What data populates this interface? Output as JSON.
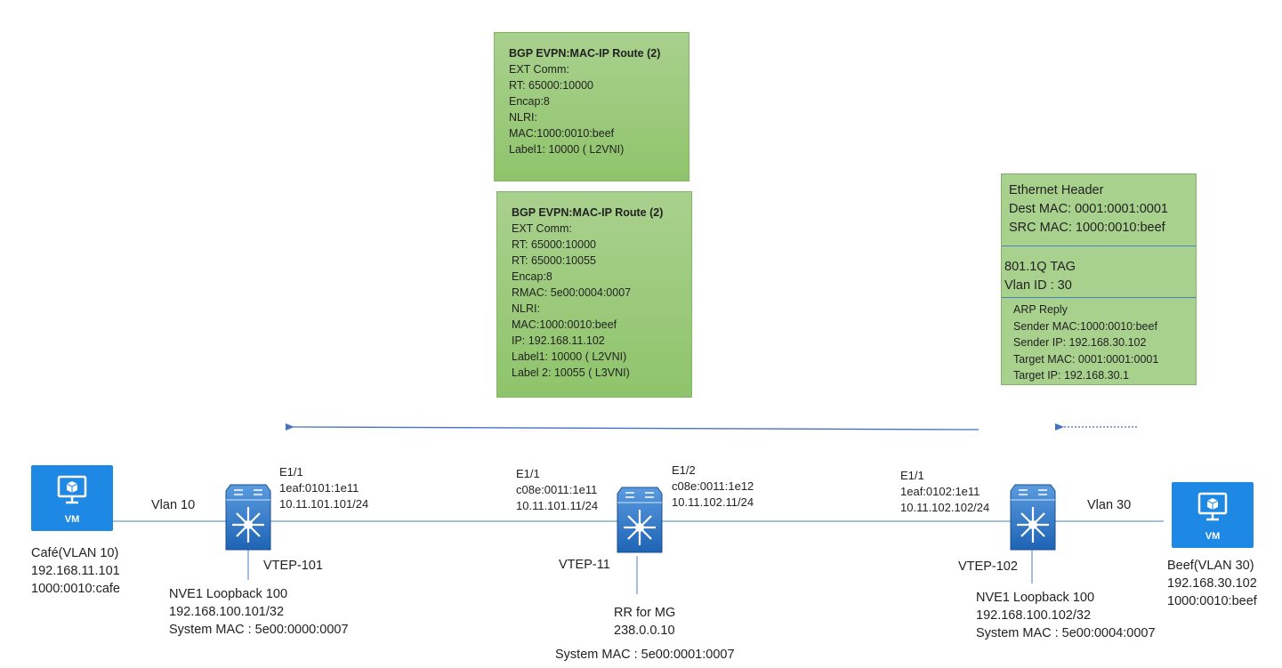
{
  "route_box_1": {
    "title": "BGP EVPN:MAC-IP Route (2)",
    "lines": [
      "EXT Comm:",
      "RT: 65000:10000",
      "Encap:8",
      "NLRI:",
      "MAC:1000:0010:beef",
      "Label1: 10000 ( L2VNI)"
    ]
  },
  "route_box_2": {
    "title": "BGP EVPN:MAC-IP Route (2)",
    "lines": [
      "EXT Comm:",
      "RT: 65000:10000",
      "RT: 65000:10055",
      "Encap:8",
      "RMAC: 5e00:0004:0007",
      "NLRI:",
      "MAC:1000:0010:beef",
      "IP: 192.168.11.102",
      "Label1: 10000 ( L2VNI)",
      "Label 2: 10055 ( L3VNI)"
    ]
  },
  "frame_box": {
    "ethernet": [
      "Ethernet Header",
      "Dest MAC: 0001:0001:0001",
      "SRC MAC: 1000:0010:beef"
    ],
    "dot1q": [
      "801.1Q TAG",
      "Vlan ID : 30"
    ],
    "arp": [
      "ARP Reply",
      "Sender MAC:1000:0010:beef",
      "Sender IP: 192.168.30.102",
      "Target MAC: 0001:0001:0001",
      "Target IP: 192.168.30.1"
    ]
  },
  "vm_left": {
    "caption": "VM",
    "lines": [
      "Café(VLAN 10)",
      "192.168.11.101",
      "1000:0010:cafe"
    ]
  },
  "vm_right": {
    "caption": "VM",
    "lines": [
      "Beef(VLAN 30)",
      "192.168.30.102",
      "1000:0010:beef"
    ]
  },
  "links": {
    "vlan_left": "Vlan 10",
    "vlan_right": "Vlan 30"
  },
  "vtep101": {
    "name": "VTEP-101",
    "interface": [
      "E1/1",
      "1eaf:0101:1e11",
      "10.11.101.101/24"
    ],
    "loopback": [
      "NVE1 Loopback 100",
      "192.168.100.101/32",
      "System MAC : 5e00:0000:0007"
    ]
  },
  "vtep11": {
    "name": "VTEP-11",
    "if_left": [
      "E1/1",
      "c08e:0011:1e11",
      "10.11.101.11/24"
    ],
    "if_right": [
      "E1/2",
      "c08e:0011:1e12",
      "10.11.102.11/24"
    ],
    "rr": [
      "RR for MG",
      "238.0.0.10"
    ],
    "system_mac": "System MAC : 5e00:0001:0007"
  },
  "vtep102": {
    "name": "VTEP-102",
    "interface": [
      "E1/1",
      "1eaf:0102:1e11",
      "10.11.102.102/24"
    ],
    "loopback": [
      "NVE1 Loopback 100",
      "192.168.100.102/32",
      "System MAC : 5e00:0004:0007"
    ]
  },
  "colors": {
    "box_fill": "#a9d18e",
    "arrow": "#4472c4",
    "vm_blue": "#1e88e5",
    "switch_blue": "#2e75c9"
  },
  "icons": {
    "vm": "monitor-cube-icon",
    "switch": "nexus-switch-icon"
  }
}
